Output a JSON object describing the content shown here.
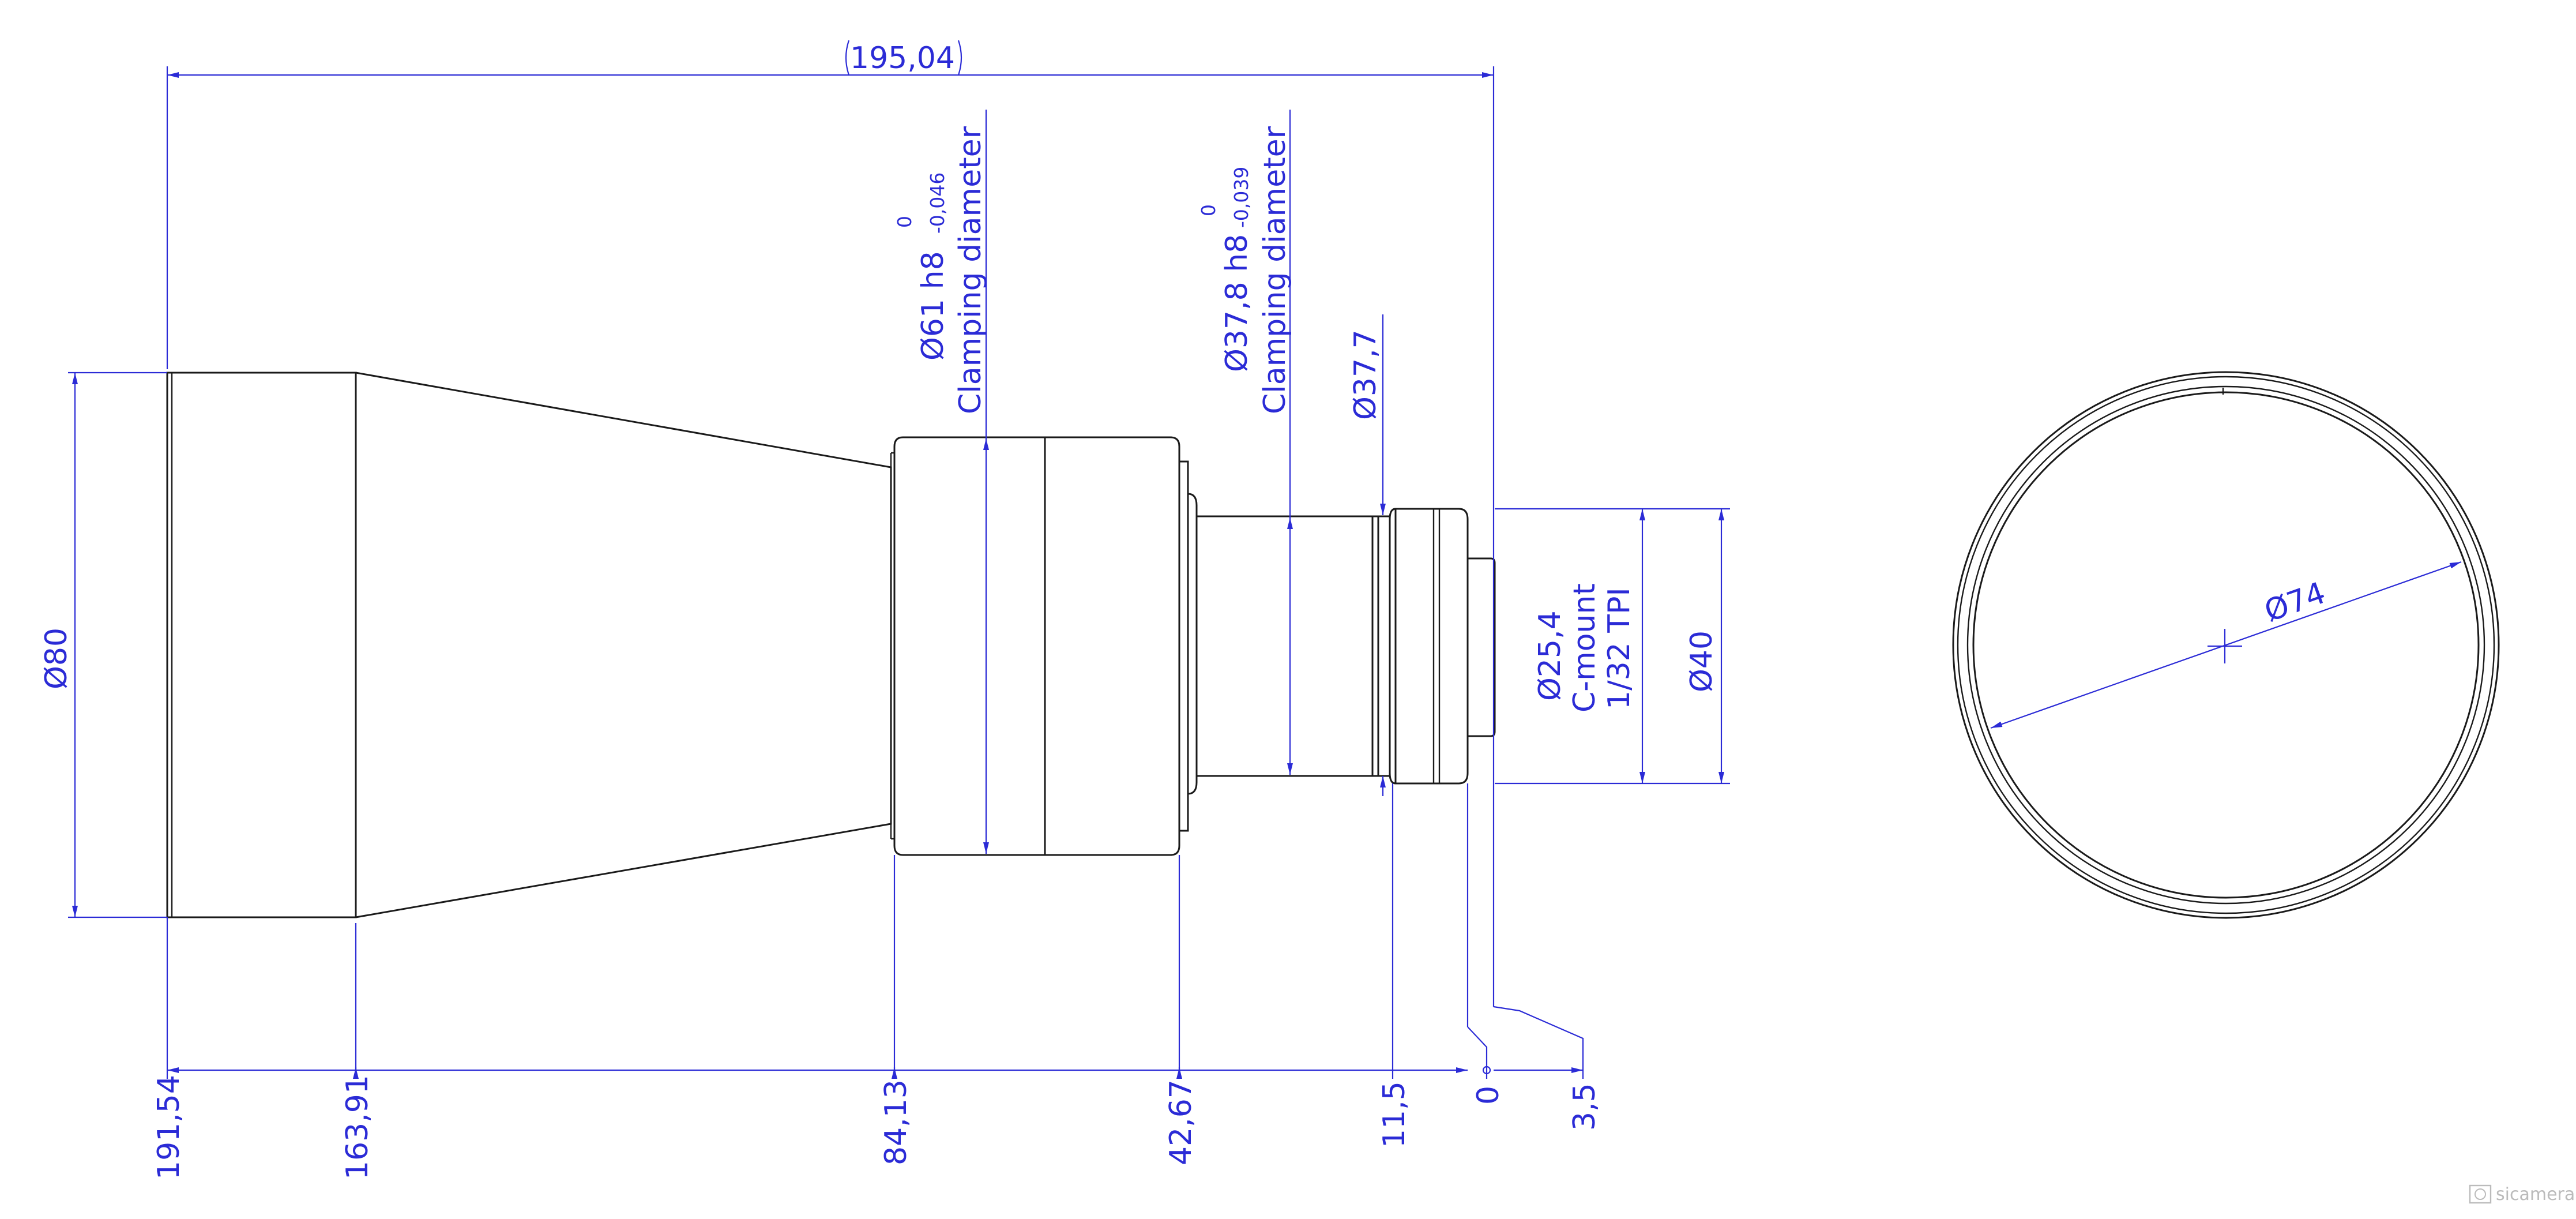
{
  "drawing": {
    "overall_length": "195,04",
    "diameters": {
      "front": "Ø80",
      "clamp_61_value": "Ø61 h8",
      "clamp_61_tol_upper": "0",
      "clamp_61_tol_lower": "-0,046",
      "clamp_61_note": "Clamping diameter",
      "clamp_378_value": "Ø37,8 h8",
      "clamp_378_tol_upper": "0",
      "clamp_378_tol_lower": "-0,039",
      "clamp_378_note": "Clamping diameter",
      "d377": "Ø37,7",
      "mount_value": "Ø25,4",
      "mount_type": "C-mount",
      "mount_thread": "1/32 TPI",
      "d40": "Ø40",
      "end_view": "Ø74"
    },
    "positions": [
      "191,54",
      "163,91",
      "84,13",
      "42,67",
      "11,5",
      "0",
      "3,5"
    ]
  },
  "watermark": "sicamera",
  "colors": {
    "dimension": "#2b2bd6",
    "outline": "#1a1a1a"
  }
}
